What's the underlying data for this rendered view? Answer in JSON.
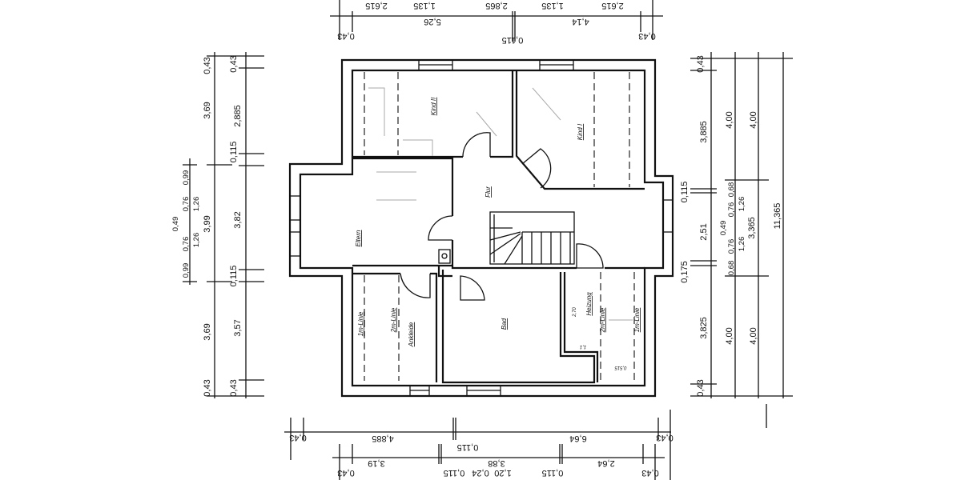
{
  "rooms": {
    "kind2": "Kind II",
    "kind1": "Kind I",
    "flur": "Flur",
    "eltern": "Eltern",
    "bad": "Bad",
    "heizung": "Heizung",
    "ankleide": "Ankleide",
    "line1m": "1m-Linie",
    "line2m": "2m-Linie",
    "h270": "2,70",
    "h11": "1,1",
    "h0515": "0,515"
  },
  "dims": {
    "top_cut": [
      "2,615",
      "1,135",
      "2,865",
      "1,135",
      "2,615"
    ],
    "top": [
      "0,43",
      "5,26",
      "0,115",
      "4,14",
      "0,43"
    ],
    "left_outer": [
      "0,43",
      "3,69",
      "3,99",
      "3,69",
      "0,43"
    ],
    "left_inner": [
      "0,43",
      "2,885",
      "0,115",
      "3,82",
      "0,115",
      "3,57",
      "0,43"
    ],
    "left_window": [
      "0,99",
      "0,76",
      "0,49",
      "0,76",
      "0,99",
      "1,26",
      "1,26"
    ],
    "right_inner": [
      "0,43",
      "3,885",
      "0,115",
      "2,51",
      "0,175",
      "3,825",
      "0,43"
    ],
    "right_mid": [
      "4,00",
      "4,00",
      "0,68",
      "0,76",
      "0,49",
      "0,76",
      "0,68",
      "1,26",
      "1,26"
    ],
    "right_outer": [
      "4,00",
      "4,00",
      "3,365"
    ],
    "right_total": "11,365",
    "bottom1": [
      "0,43",
      "4,885",
      "0,115",
      "6,64",
      "0,43"
    ],
    "bottom2": [
      "0,43",
      "3,19",
      "0,115",
      "3,88",
      "0,115",
      "2,64",
      "0,43"
    ],
    "bottom_cut": [
      "1,20",
      "0,24"
    ]
  }
}
